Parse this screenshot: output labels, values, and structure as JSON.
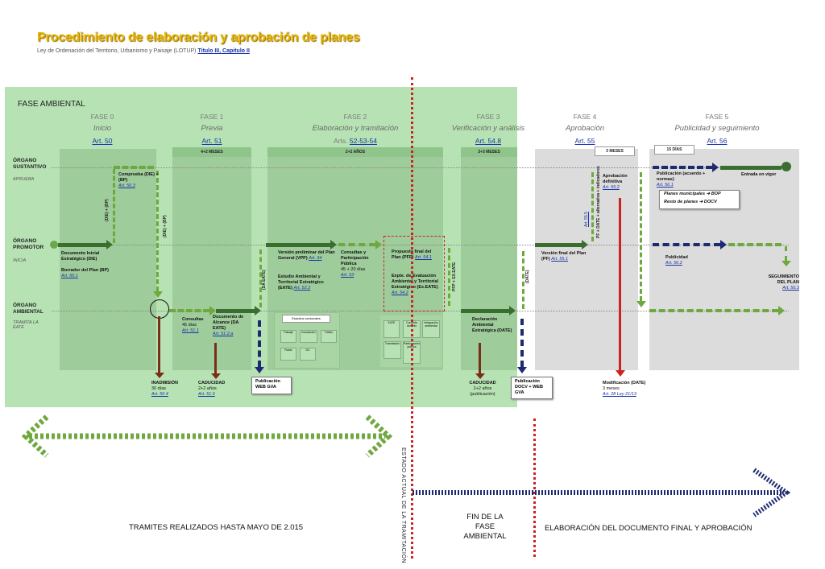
{
  "header": {
    "title": "Procedimiento de elaboración y aprobación de planes",
    "subtitle": "Ley de Ordenación del Territorio, Urbanismo y Paisaje (LOTUP)",
    "subtitle_link": "Titulo III, Capitulo II"
  },
  "fase_ambiental": "FASE AMBIENTAL",
  "phases": [
    {
      "label": "FASE 0",
      "name": "Inicio",
      "art": "Art. 50"
    },
    {
      "label": "FASE 1",
      "name": "Previa",
      "art": "Art. 51",
      "duration": "4+2 MESES"
    },
    {
      "label": "FASE 2",
      "name": "Elaboración y tramitación",
      "art_prefix": "Arts.",
      "art": "52-53-54",
      "duration": "2+2 AÑOS"
    },
    {
      "label": "FASE 3",
      "name": "Verificación y análisis",
      "art": "Art. 54.8",
      "duration": "3+3 MESES"
    },
    {
      "label": "FASE 4",
      "name": "Aprobación",
      "art": "Art. 55",
      "duration": "3 MESES"
    },
    {
      "label": "FASE 5",
      "name": "Publicidad y seguimiento",
      "art": "Art. 56",
      "duration": "15 DÍAS"
    }
  ],
  "organs": [
    {
      "name": "ÓRGANO SUSTANTIVO",
      "role": "APRUEBA"
    },
    {
      "name": "ÓRGANO PROMOTOR",
      "role": "INICIA"
    },
    {
      "name": "ÓRGANO AMBIENTAL",
      "role": "TRAMITA LA EATE"
    }
  ],
  "nodes": {
    "die": {
      "title": "Documento Inicial Estratégico (DIE)",
      "title2": "Borrador del Plan (BP)",
      "art": "Art. 50.1"
    },
    "comprueba": {
      "title": "Comprueba (DIE) + (BP)",
      "art": "Art. 50.3"
    },
    "die_bp_up": "(DIE) + (BP)",
    "die_bp_down": "(DIE) + (BP)",
    "consultas": {
      "title": "Consultas",
      "days": "45 días",
      "art": "Art. 51.1"
    },
    "alcance": {
      "title": "Documento de Alcance (DA EATE)",
      "art": "Art. 51.2.a"
    },
    "vpp": {
      "title": "Versión preliminar del Plan General (VPP)",
      "art": "Art. 34"
    },
    "eate": {
      "title": "Estudio Ambiental y Territorial Estratégico (EATE)",
      "art": "Art. 52.2"
    },
    "participacion": {
      "title": "Consultas y Participación Pública",
      "days": "45 + 20 días",
      "art": "Art. 53"
    },
    "pfp": {
      "title": "Propuesta final del Plan (PFP)",
      "art": "Art. 54.1"
    },
    "expte": {
      "title": "Expte. de Evaluación Ambiental y Territorial Estratégico (Ex.EATE)",
      "art": "Art. 54.2"
    },
    "da_eate_label": "(DA EATE)",
    "pfp_eate_label": "PFP + EX.EATE",
    "date_label": "(DATE)",
    "date_decl": {
      "title": "Declaración Ambiental Estratégica (DATE)"
    },
    "pf": {
      "title": "Versión final del Plan (PF)",
      "art": "Art. 55.1"
    },
    "art555": "Art. 55.5",
    "pf_date_label": "PF + DATE + alternativa + indicadores",
    "aprobacion": {
      "title": "Aprobación definitiva",
      "art": "Art. 55.2"
    },
    "publicidad_top": {
      "title": "Publicación (acuerdo + normas)",
      "art": "Art. 56.1"
    },
    "planes_muni": "Planes municipales ➔ BOP",
    "resto_planes": "Resto de planes    ➔ DOCV",
    "entrada": "Entrada en vigor",
    "publicidad_mid": {
      "title": "Publicidad",
      "art": "Art. 56.2"
    },
    "seguimiento": {
      "title": "SEGUIMIENTO DEL PLAN",
      "art": "Art. 56.3"
    },
    "estudios": "Estudios sectoriales",
    "mini": [
      "Paisaje",
      "Inundación",
      "Tráfico",
      "Ruido",
      "DC"
    ],
    "mini2": [
      "EATE",
      "Consulta dominio",
      "Integración ambiental",
      "Tramitación",
      "Participación pública"
    ]
  },
  "outcomes": {
    "inadmision": {
      "title": "INADMISIÓN",
      "days": "30 días",
      "art": "Art. 50.4"
    },
    "caducidad1": {
      "title": "CADUCIDAD",
      "days": "2+2 años",
      "art": "Art. 51.6"
    },
    "pub_web": {
      "title": "Publicación WEB GVA"
    },
    "caducidad2": {
      "title": "CADUCIDAD",
      "days": "2+2 años (publicación)"
    },
    "pub_docv": {
      "title": "Publicación DOCV + WEB GVA"
    },
    "modificacion": {
      "title": "Modificación (DATE)",
      "days": "3 meses",
      "art": "Art. 28 Ley 21/13"
    }
  },
  "bottom": {
    "tramites": "TRAMITES REALIZADOS HASTA MAYO DE 2.015",
    "estado": "ESTADO ACTUAL DE LA TRAMITACIÓN",
    "fin": "FIN DE LA FASE AMBIENTAL",
    "elaboracion": "ELABORACIÓN DEL DOCUMENTO FINAL Y APROBACIÓN"
  },
  "colors": {
    "ambiental_bg": "#b7e3b4",
    "dark_green": "#3a6e2e",
    "light_green": "#6ea83f",
    "navy": "#1e2a70",
    "red": "#c22222",
    "brown": "#7a2e15",
    "title": "#e8b400"
  }
}
